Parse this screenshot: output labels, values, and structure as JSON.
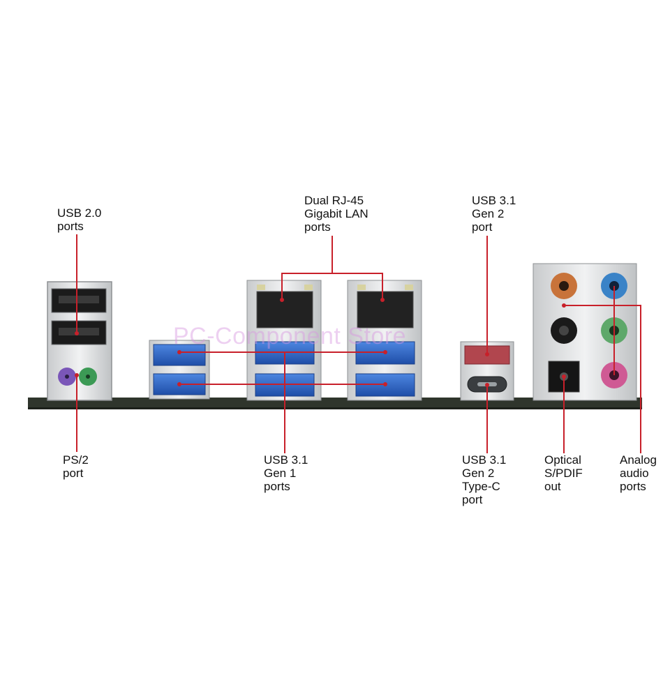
{
  "labels": {
    "usb20": "USB 2.0\nports",
    "rj45": "Dual RJ-45\nGigabit LAN\nports",
    "usb31gen2": "USB 3.1\nGen 2\nport",
    "ps2": "PS/2\nport",
    "usb31gen1": "USB 3.1\nGen 1\nports",
    "typec": "USB 3.1\nGen 2\nType-C\nport",
    "optical": "Optical\nS/PDIF\nout",
    "analog": "Analog\naudio\nports"
  },
  "watermark": "PC-Component Store",
  "colors": {
    "leader": "#c8202a",
    "board": "#2f352c",
    "usb3_blue": "#2b63c4",
    "usb31_red": "#b1464e",
    "ps2_purple": "#7a56b8",
    "ps2_green": "#3c9a55",
    "audio_orange": "#c8733a",
    "audio_blue": "#3a83c7",
    "audio_black": "#1a1a1a",
    "audio_green": "#5ea86a",
    "audio_pink": "#cf5a94"
  }
}
